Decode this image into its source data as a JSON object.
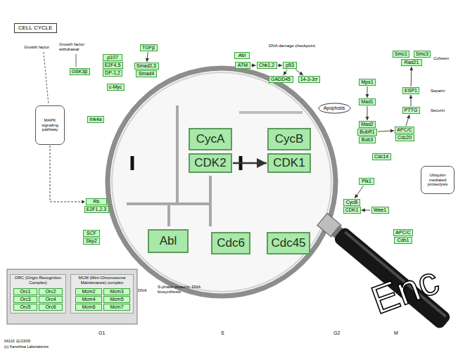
{
  "diagram": {
    "title": "CELL CYCLE",
    "nodes": [
      {
        "text": [
          "MAPK signaling pathway"
        ]
      },
      {
        "text": [
          "GSK3β"
        ]
      },
      {
        "text": [
          "p107"
        ]
      },
      {
        "text": [
          "E2F4,5"
        ]
      },
      {
        "text": [
          "DP-1,2"
        ]
      },
      {
        "text": [
          "TGFβ"
        ]
      },
      {
        "text": [
          "Smad2,3"
        ]
      },
      {
        "text": [
          "Smad4"
        ]
      },
      {
        "text": [
          "c-Myc"
        ]
      },
      {
        "text": [
          "Ink4a"
        ]
      },
      {
        "text": [
          "Rb"
        ]
      },
      {
        "text": [
          "E2F1,2,3"
        ]
      },
      {
        "text": [
          "SCF"
        ]
      },
      {
        "text": [
          "Skp2"
        ]
      },
      {
        "text": [
          "Abl"
        ]
      },
      {
        "text": [
          "ATM"
        ]
      },
      {
        "text": [
          "Chk1,2"
        ]
      },
      {
        "text": [
          "p53"
        ]
      },
      {
        "text": [
          "GADD45"
        ]
      },
      {
        "text": [
          "14-3-3σ"
        ]
      },
      {
        "text": [
          "Apoptosis"
        ]
      },
      {
        "text": [
          "Smc1"
        ]
      },
      {
        "text": [
          "Smc3"
        ]
      },
      {
        "text": [
          "Rad21"
        ]
      },
      {
        "text": [
          "ESP1"
        ]
      },
      {
        "text": [
          "PTTG"
        ]
      },
      {
        "text": [
          "Mps1"
        ]
      },
      {
        "text": [
          "Mad1"
        ]
      },
      {
        "text": [
          "Mad2"
        ]
      },
      {
        "text": [
          "BubR1"
        ]
      },
      {
        "text": [
          "Bub3"
        ]
      },
      {
        "text": [
          "APC/C"
        ]
      },
      {
        "text": [
          "Cdc20"
        ]
      },
      {
        "text": [
          "Ubiquitin mediated proteolysis"
        ]
      },
      {
        "text": [
          "Cdc14"
        ]
      },
      {
        "text": [
          "Plk1"
        ]
      },
      {
        "text": [
          "CycB"
        ]
      },
      {
        "text": [
          "CDK1"
        ]
      },
      {
        "text": [
          "Wee1"
        ]
      },
      {
        "text": [
          "APC/C"
        ]
      },
      {
        "text": [
          "Cdh1"
        ]
      },
      {
        "text": [
          "CycA"
        ]
      },
      {
        "text": [
          "CDK2"
        ]
      },
      {
        "text": [
          "CycB"
        ]
      },
      {
        "text": [
          "CDK1"
        ]
      },
      {
        "text": [
          "Abl"
        ]
      },
      {
        "text": [
          "Cdc6"
        ]
      },
      {
        "text": [
          "Cdc45"
        ]
      },
      {
        "text": [
          "ORC (Origin Recognition Complex)"
        ]
      },
      {
        "text": [
          "Orc1"
        ],
        "in": 48
      },
      {
        "text": [
          "Orc2"
        ],
        "in": 48
      },
      {
        "text": [
          "Orc3"
        ],
        "in": 48
      },
      {
        "text": [
          "Orc4"
        ],
        "in": 48
      },
      {
        "text": [
          "Orc5"
        ],
        "in": 48
      },
      {
        "text": [
          "Orc6"
        ],
        "in": 48
      },
      {
        "text": [
          "MCM (Mini-Chromosome Maintenance) complex"
        ]
      },
      {
        "text": [
          "Mcm2"
        ],
        "in": 55
      },
      {
        "text": [
          "Mcm3"
        ],
        "in": 55
      },
      {
        "text": [
          "Mcm4"
        ],
        "in": 55
      },
      {
        "text": [
          "Mcm5"
        ],
        "in": 55
      },
      {
        "text": [
          "Mcm6"
        ],
        "in": 55
      },
      {
        "text": [
          "Mcm7"
        ],
        "in": 55
      }
    ],
    "edges": [
      {
        "from": 5,
        "to": 6,
        "arrow": "to"
      },
      {
        "from": 0,
        "to": 10,
        "arrow": "to"
      },
      {
        "from": 15,
        "to": 16,
        "arrow": "to"
      },
      {
        "from": 16,
        "to": 17,
        "arrow": "to"
      },
      {
        "from": 17,
        "to": 18,
        "arrow": "to"
      },
      {
        "from": 17,
        "to": 19,
        "arrow": "to"
      },
      {
        "from": 24,
        "to": 23,
        "arrow": "to"
      },
      {
        "from": 25,
        "to": 24,
        "arrow": "to"
      },
      {
        "from": 26,
        "to": 27,
        "arrow": "to"
      },
      {
        "from": 27,
        "to": 28,
        "arrow": "to"
      },
      {
        "from": 29,
        "to": 31,
        "arrow": "to"
      },
      {
        "from": 31,
        "to": 25,
        "arrow": "to"
      },
      {
        "from": 35,
        "to": 36,
        "arrow": "to"
      },
      {
        "from": 38,
        "to": 37,
        "arrow": "to"
      },
      {
        "from": 42,
        "to": 44,
        "arrow": "to"
      }
    ],
    "labels": [
      "Growth factor",
      "Growth factor withdrawal",
      "DNA damage checkpoint",
      "Cohesin",
      "Separin",
      "Securin",
      "DNA",
      "S-phase proteins, DNA biosynthesis",
      "G1",
      "S",
      "G2",
      "M",
      "04110 11/23/05",
      "(c) Kanehisa Laboratories",
      "Enc"
    ]
  }
}
